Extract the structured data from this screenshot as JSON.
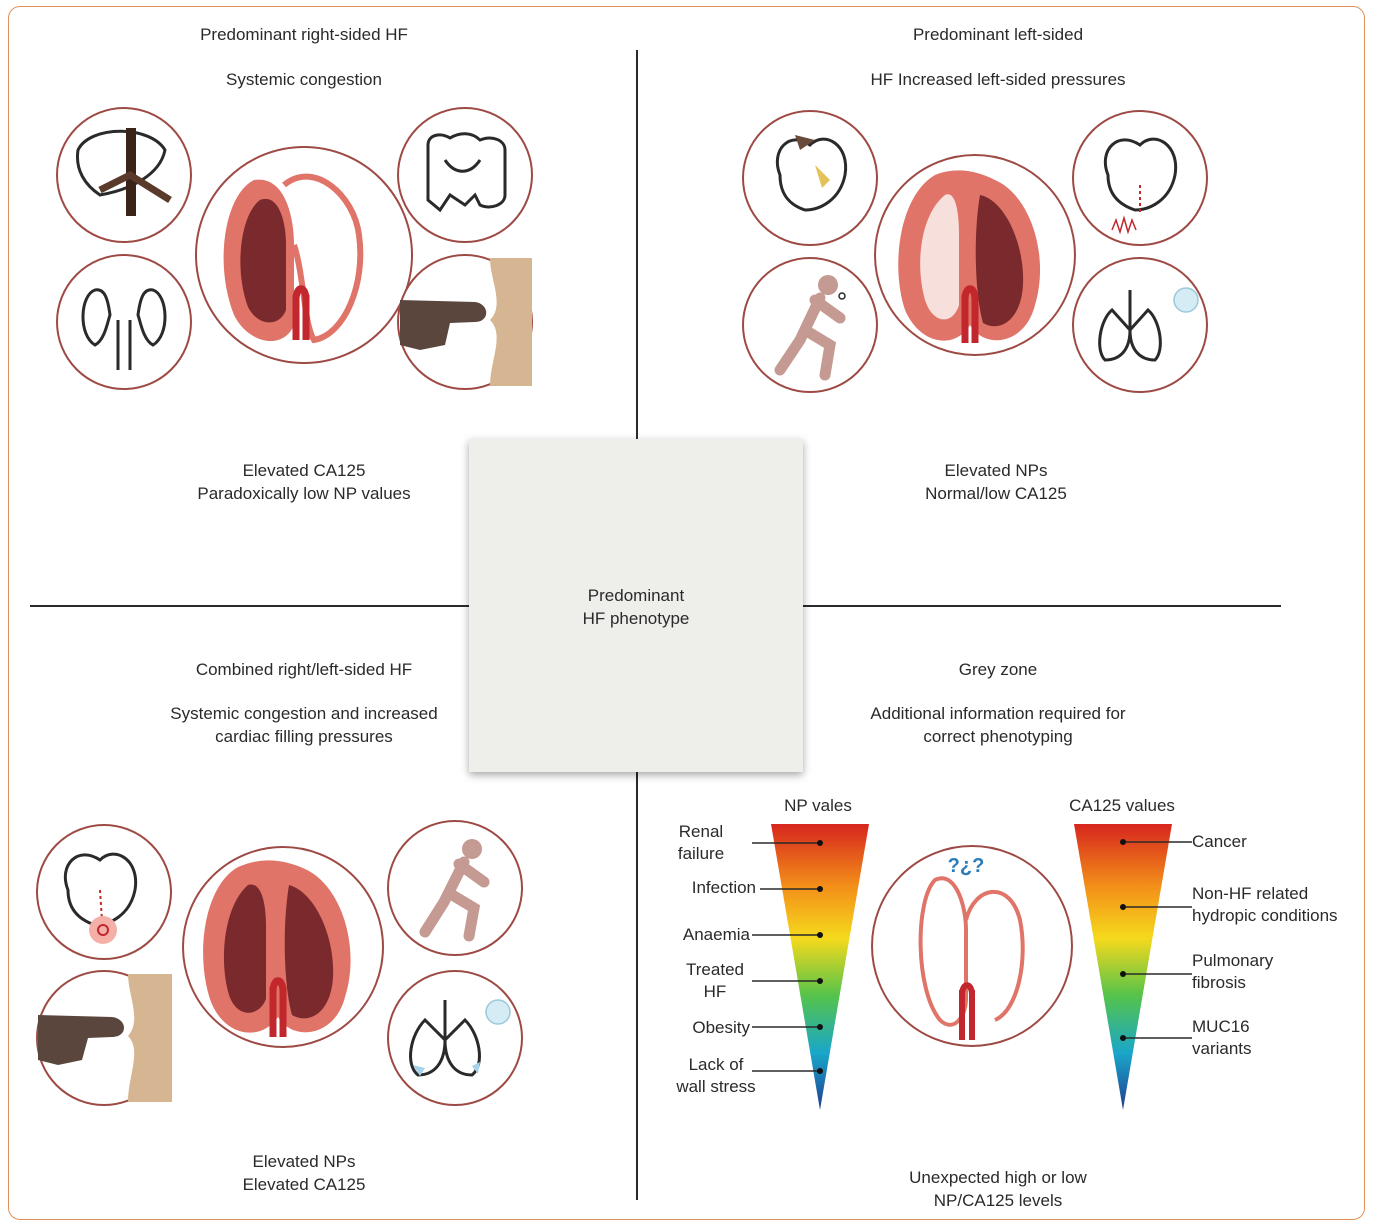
{
  "center": {
    "line1": "Predominant",
    "line2": "HF phenotype"
  },
  "q_tl": {
    "title": "Predominant right-sided HF",
    "subtitle": "Systemic congestion",
    "result1": "Elevated CA125",
    "result2": "Paradoxically low NP values"
  },
  "q_tr": {
    "title": "Predominant left-sided",
    "subtitle": "HF Increased left-sided pressures",
    "result1": "Elevated NPs",
    "result2": "Normal/low CA125"
  },
  "q_bl": {
    "title": "Combined right/left-sided HF",
    "subtitle1": "Systemic congestion and increased",
    "subtitle2": "cardiac filling pressures",
    "result1": "Elevated NPs",
    "result2": "Elevated CA125"
  },
  "q_br": {
    "title": "Grey zone",
    "subtitle1": "Additional information required for",
    "subtitle2": "correct phenotyping",
    "result1": "Unexpected high or low",
    "result2": "NP/CA125 levels",
    "np_title": "NP vales",
    "ca_title": "CA125 values",
    "np_items": [
      {
        "line1": "Renal",
        "line2": "failure"
      },
      {
        "line1": "Infection",
        "line2": ""
      },
      {
        "line1": "Anaemia",
        "line2": ""
      },
      {
        "line1": "Treated",
        "line2": "HF"
      },
      {
        "line1": "Obesity",
        "line2": ""
      },
      {
        "line1": "Lack of",
        "line2": "wall stress"
      }
    ],
    "ca_items": [
      {
        "line1": "Cancer",
        "line2": ""
      },
      {
        "line1": "Non-HF related",
        "line2": "hydropic conditions"
      },
      {
        "line1": "Pulmonary",
        "line2": "fibrosis"
      },
      {
        "line1": "MUC16",
        "line2": "variants"
      }
    ],
    "question_marks": "?¿?"
  },
  "colors": {
    "frame": "#e0915a",
    "circle_border": "#9e4a44",
    "heart_wall": "#e07468",
    "heart_dark": "#7a2a2c",
    "aorta": "#c1272d",
    "gradient": [
      "#d7261e",
      "#f39019",
      "#f5d91c",
      "#55c34a",
      "#1aa7c9",
      "#1f3d91"
    ],
    "center_box": "#eeeeea"
  },
  "icons": [
    "liver-icon",
    "intestine-icon",
    "kidneys-icon",
    "oedema-finger-icon",
    "heart-valve-icon",
    "heart-pressure-icon",
    "walking-dyspnoea-icon",
    "lungs-icon",
    "heart-icon",
    "question-marks-icon"
  ]
}
